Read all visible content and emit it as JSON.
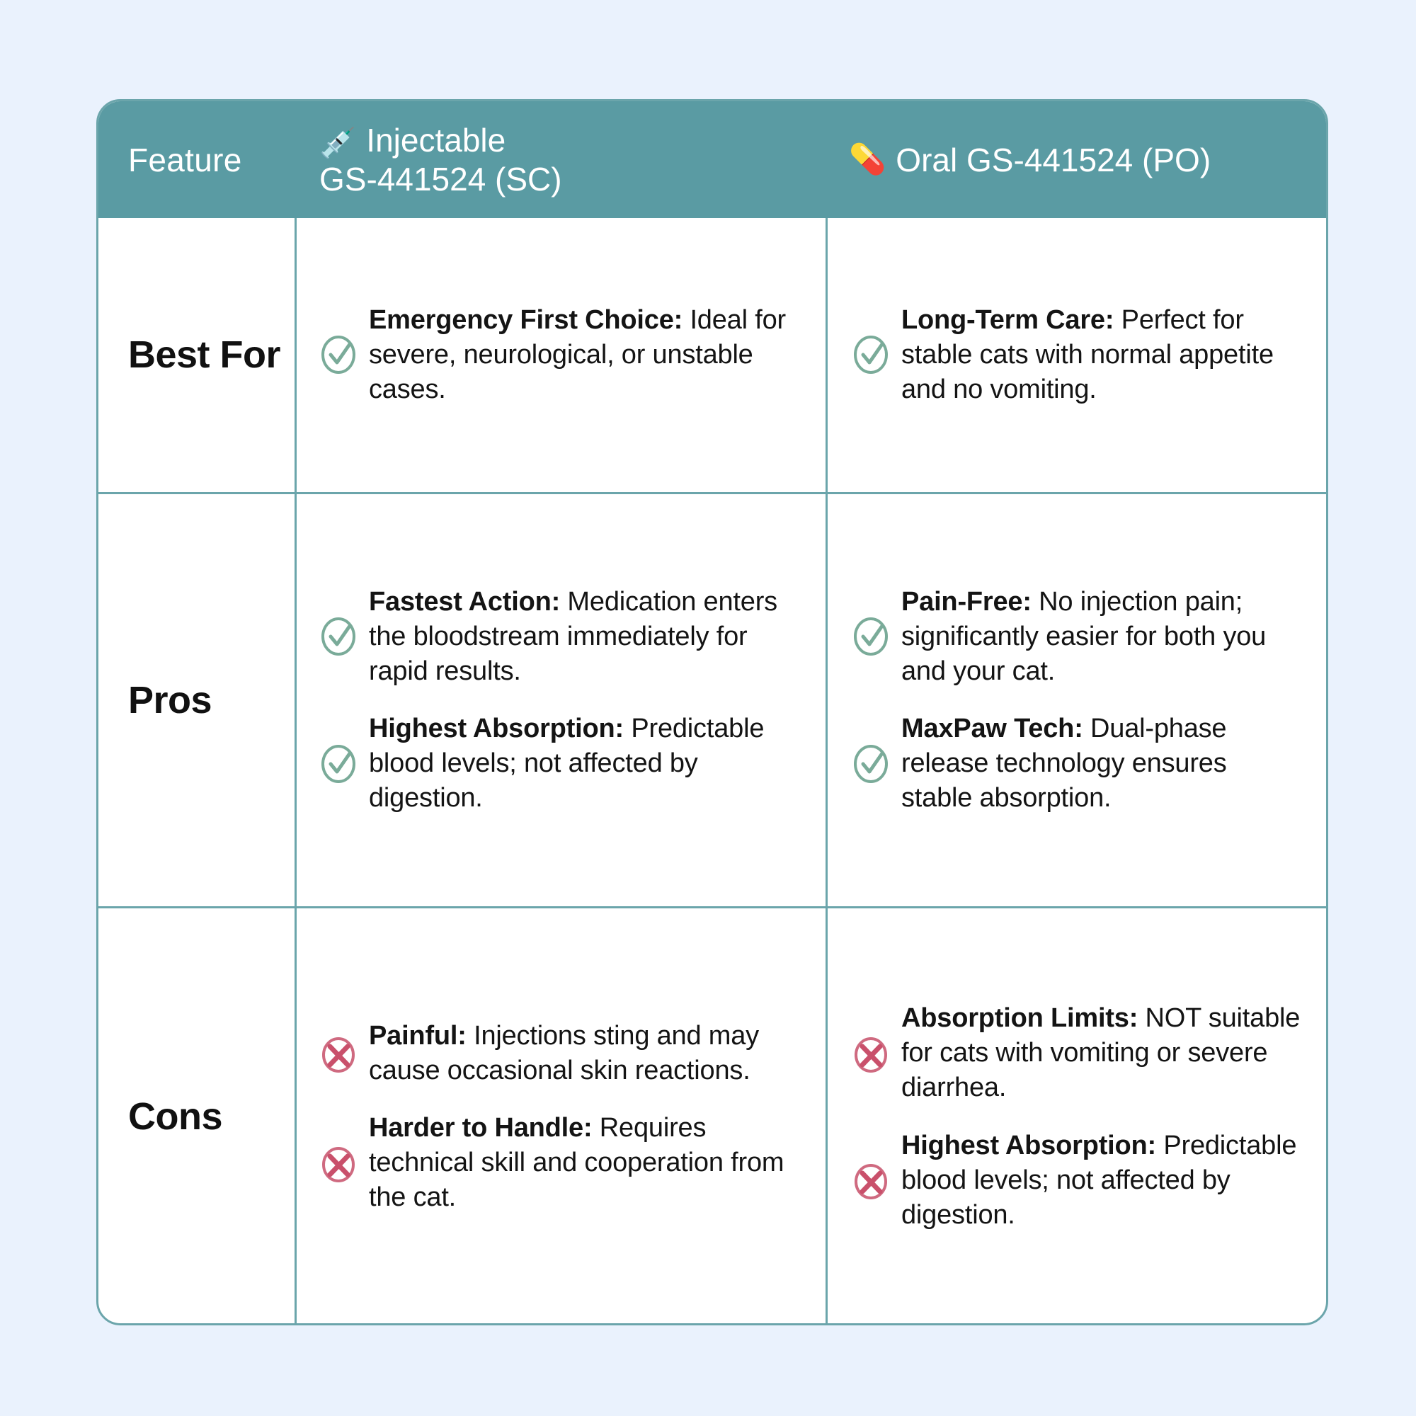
{
  "theme": {
    "page_bg": "#eaf2fd",
    "header_bg": "#5a9ba3",
    "border": "#6ba5ab",
    "check_color": "#6aa893",
    "cross_color": "#c9566f",
    "text": "#141414"
  },
  "header": {
    "feature_label": "Feature",
    "injectable_icon": "syringe-emoji",
    "injectable_label_line1": "Injectable",
    "injectable_label_line2": "GS-441524 (SC)",
    "oral_icon": "pill-emoji",
    "oral_label": "Oral GS-441524 (PO)"
  },
  "rows": [
    {
      "feature": "Best For",
      "injectable": [
        {
          "mark": "check-icon",
          "bold": "Emergency First Choice:",
          "rest": " Ideal for severe, neurological, or unstable cases."
        }
      ],
      "oral": [
        {
          "mark": "check-icon",
          "bold": "Long-Term Care:",
          "rest": " Perfect for stable cats with normal appetite and no vomiting."
        }
      ]
    },
    {
      "feature": "Pros",
      "injectable": [
        {
          "mark": "check-icon",
          "bold": "Fastest Action:",
          "rest": " Medication enters the bloodstream immediately for rapid results."
        },
        {
          "mark": "check-icon",
          "bold": "Highest Absorption:",
          "rest": " Predictable blood levels; not affected by digestion."
        }
      ],
      "oral": [
        {
          "mark": "check-icon",
          "bold": "Pain-Free:",
          "rest": " No injection pain; significantly easier for both you and your cat."
        },
        {
          "mark": "check-icon",
          "bold": "MaxPaw Tech:",
          "rest": " Dual-phase release technology ensures stable absorption."
        }
      ]
    },
    {
      "feature": "Cons",
      "injectable": [
        {
          "mark": "cross-icon",
          "bold": "Painful:",
          "rest": " Injections sting and may cause occasional skin reactions."
        },
        {
          "mark": "cross-icon",
          "bold": "Harder to Handle:",
          "rest": " Requires technical skill and cooperation from the cat."
        }
      ],
      "oral": [
        {
          "mark": "cross-icon",
          "bold": "Absorption Limits:",
          "rest": " NOT suitable for cats with vomiting or severe diarrhea."
        },
        {
          "mark": "cross-icon",
          "bold": "Highest Absorption:",
          "rest": " Predictable blood levels; not affected by digestion."
        }
      ]
    }
  ]
}
